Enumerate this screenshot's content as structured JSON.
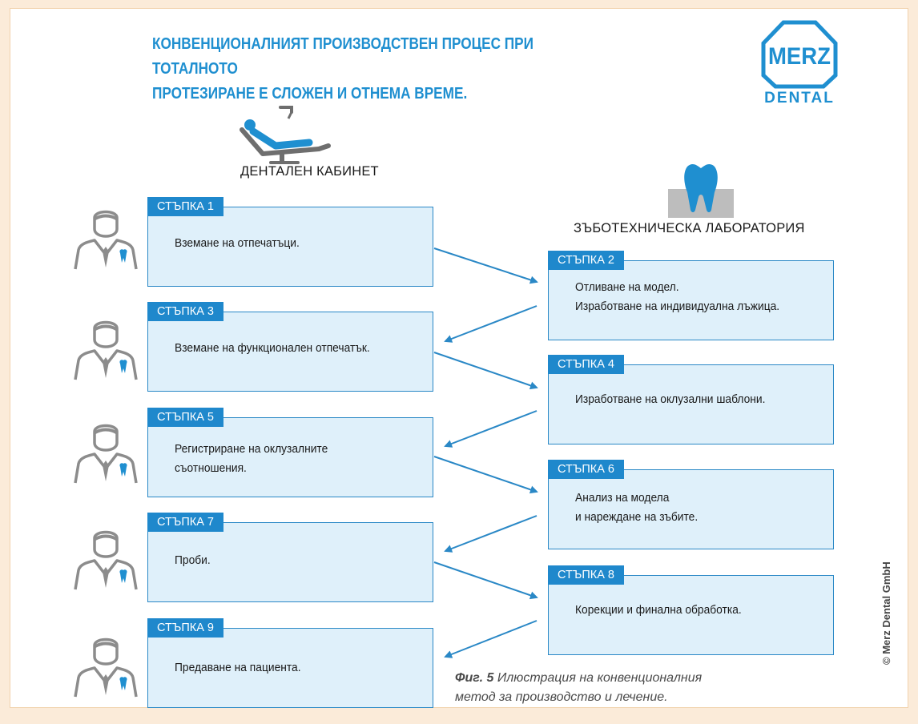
{
  "heading": {
    "line1": "КОНВЕНЦИОНАЛНИЯТ ПРОИЗВОДСТВЕН ПРОЦЕС ПРИ ТОТАЛНОТО",
    "line2": "ПРОТЕЗИРАНЕ Е СЛОЖЕН И ОТНЕМА ВРЕМЕ."
  },
  "logo": {
    "top_text": "MERZ",
    "bottom_text": "DENTAL",
    "color": "#1f8fd0"
  },
  "columns": {
    "clinic_title": "ДЕНТАЛЕН КАБИНЕТ",
    "clinic_icon": "dental-chair-icon",
    "lab_title": "ЗЪБОТЕХНИЧЕСКА ЛАБОРАТОРИЯ",
    "lab_icon": "tooth-icon"
  },
  "steps": [
    {
      "label": "СТЪПКА 1",
      "lines": [
        "Вземане на отпечатъци.",
        ""
      ]
    },
    {
      "label": "СТЪПКА 2",
      "lines": [
        "Отливане на модел.",
        "Изработване на индивидуална лъжица."
      ]
    },
    {
      "label": "СТЪПКА 3",
      "lines": [
        "Вземане на функционален отпечатък.",
        ""
      ]
    },
    {
      "label": "СТЪПКА 4",
      "lines": [
        "Изработване на оклузални шаблони.",
        ""
      ]
    },
    {
      "label": "СТЪПКА 5",
      "lines": [
        "Регистриране на оклузалните",
        "съотношения."
      ]
    },
    {
      "label": "СТЪПКА 6",
      "lines": [
        "Анализ на модела",
        "и нареждане на зъбите."
      ]
    },
    {
      "label": "СТЪПКА 7",
      "lines": [
        "Проби.",
        ""
      ]
    },
    {
      "label": "СТЪПКА 8",
      "lines": [
        "Корекции и финална обработка.",
        ""
      ]
    },
    {
      "label": "СТЪПКА 9",
      "lines": [
        "Предаване на пациента.",
        ""
      ]
    }
  ],
  "caption": {
    "label": "Фиг. 5",
    "text": " Илюстрация на конвенционалния метод за производство и лечение."
  },
  "copyright": "© Merz Dental GmbH",
  "colors": {
    "accent": "#1f88cc",
    "box_fill": "#dff0fa",
    "arrow": "#2a88c6",
    "person": "#8c8c8c",
    "background": "#fbebd9"
  }
}
